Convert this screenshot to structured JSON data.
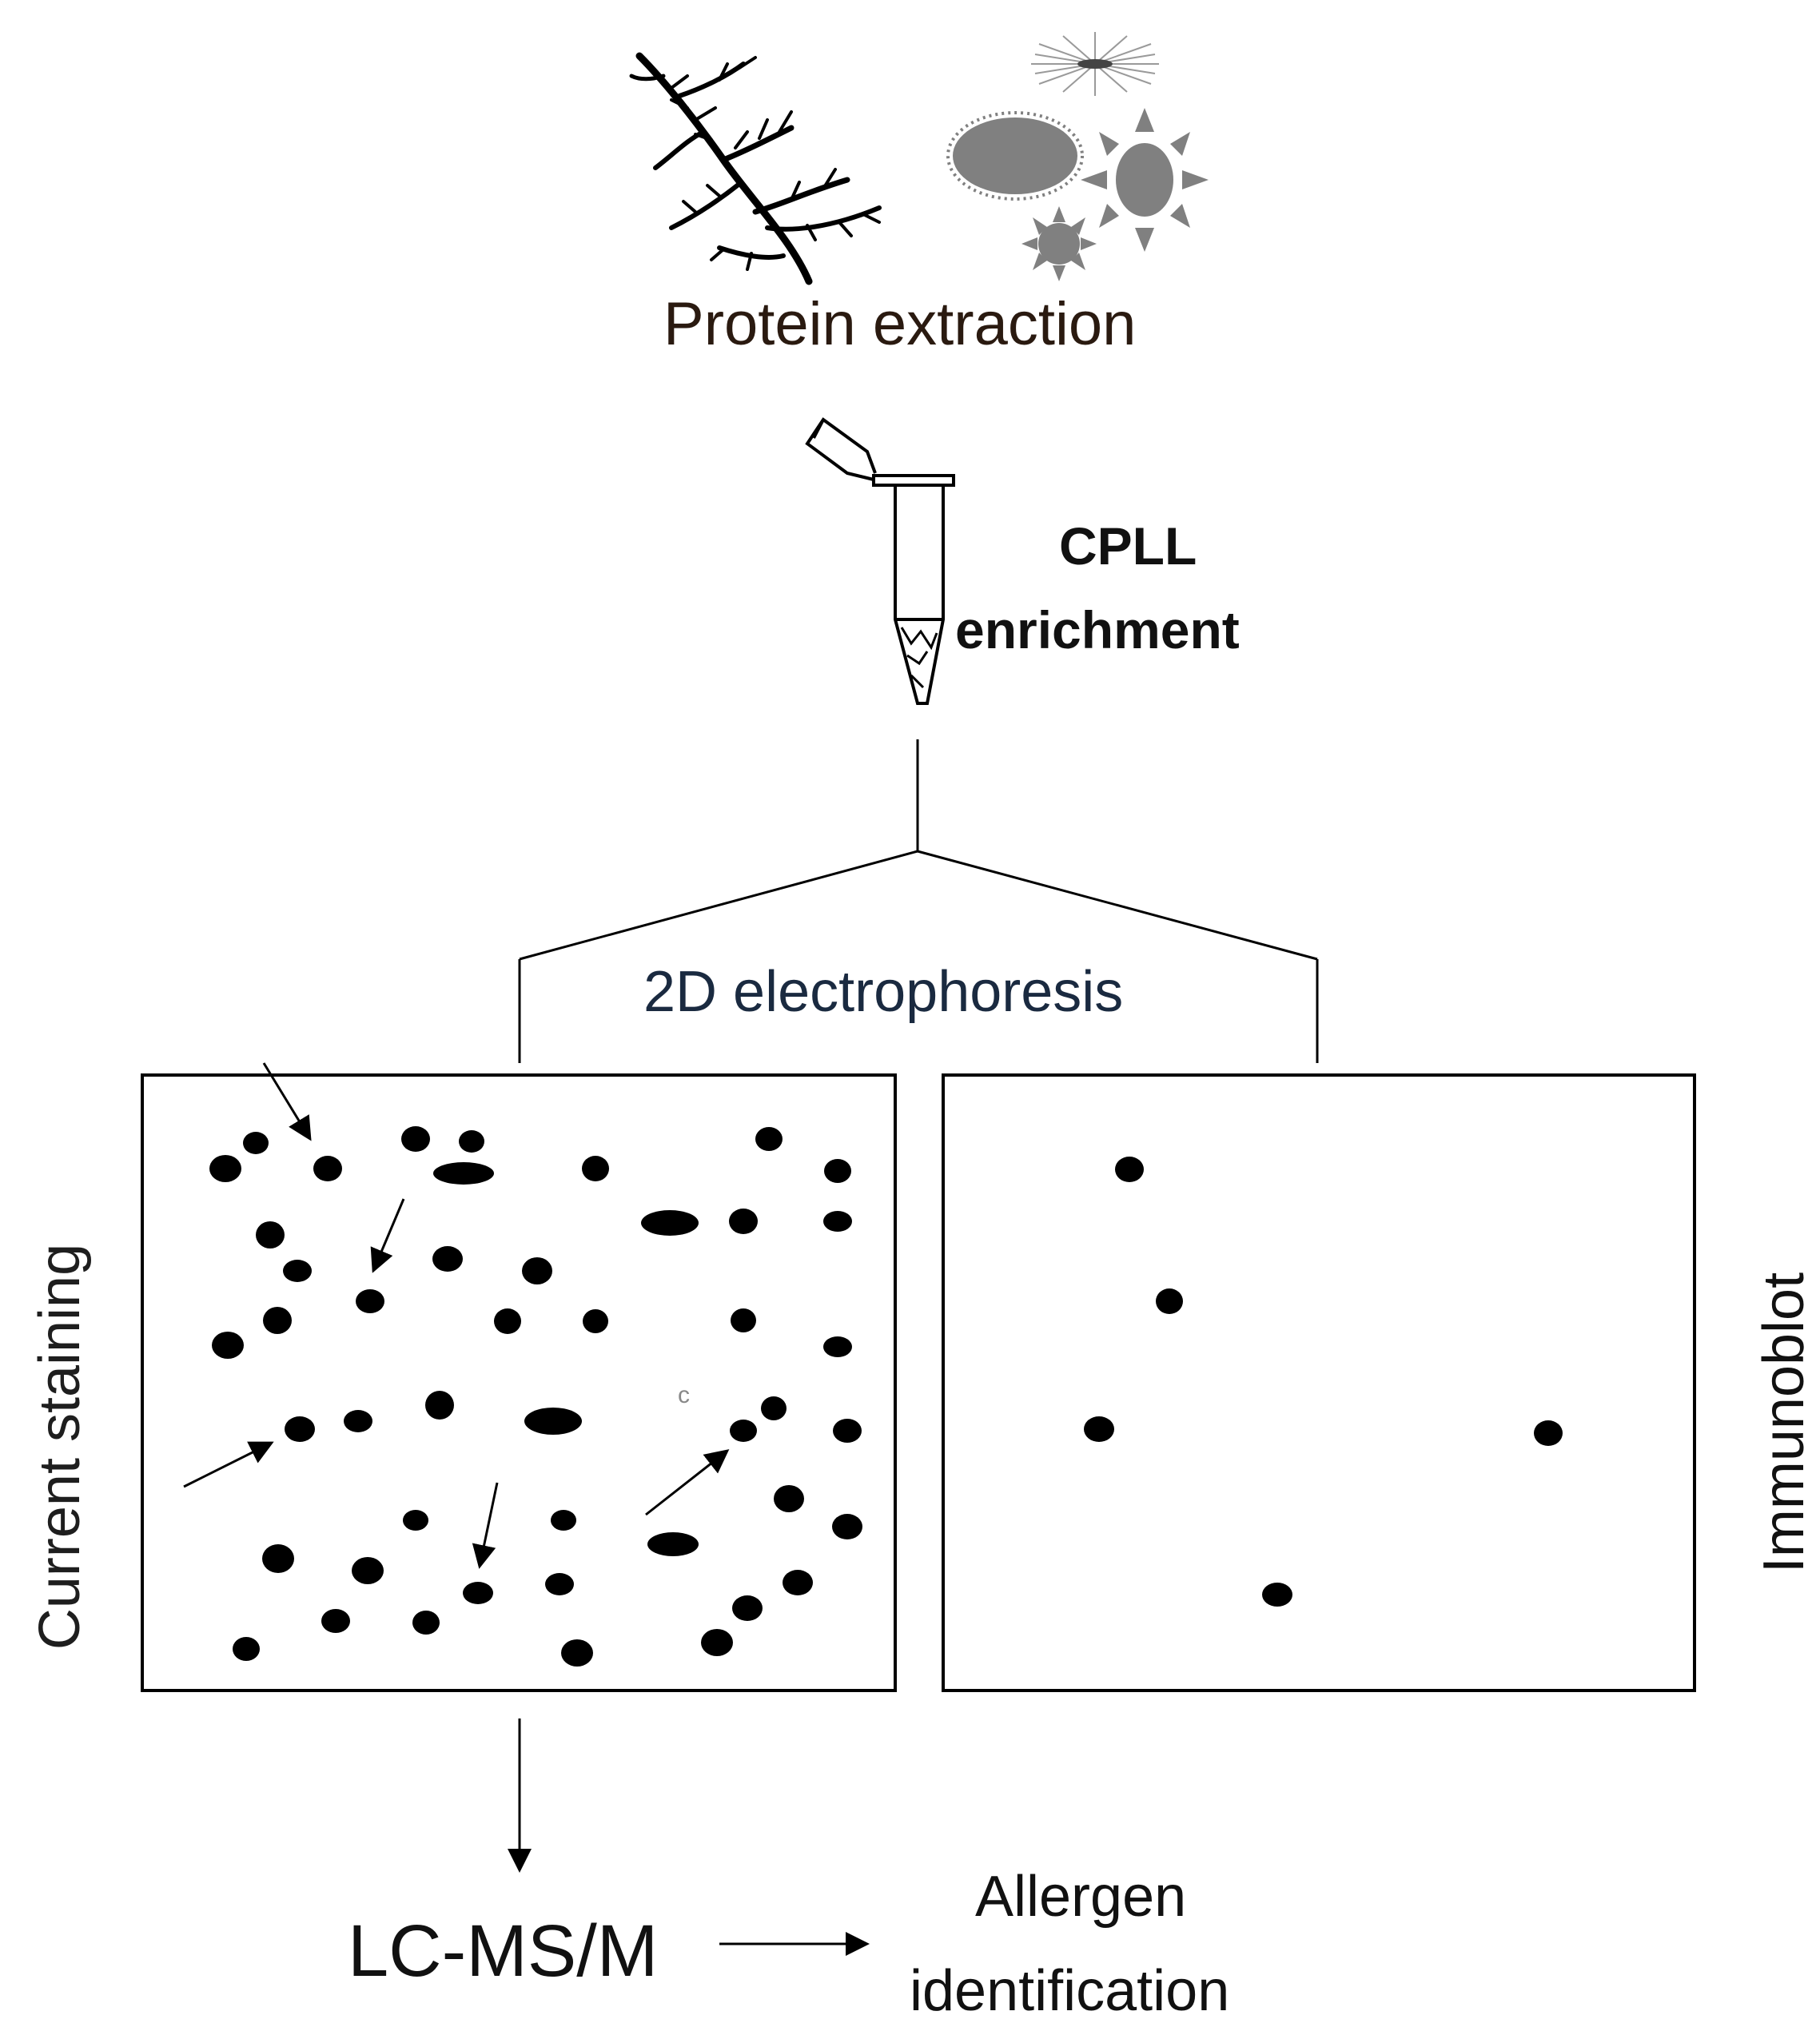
{
  "labels": {
    "protein_extraction": "Protein extraction",
    "cpll": "CPLL",
    "enrichment": "enrichment",
    "electrophoresis": "2D electrophoresis",
    "current_staining": "Current staining",
    "immunoblot": "Immunoblot",
    "lcms": "LC-MS/M",
    "allergen": "Allergen",
    "identification": "identification"
  },
  "colors": {
    "ink": "#000000",
    "pollen_gray": "#808080",
    "text_dark": "#1e1e1e"
  },
  "icons": [
    "plant-branch-icon",
    "pollen-grains-icon",
    "microtube-icon"
  ]
}
